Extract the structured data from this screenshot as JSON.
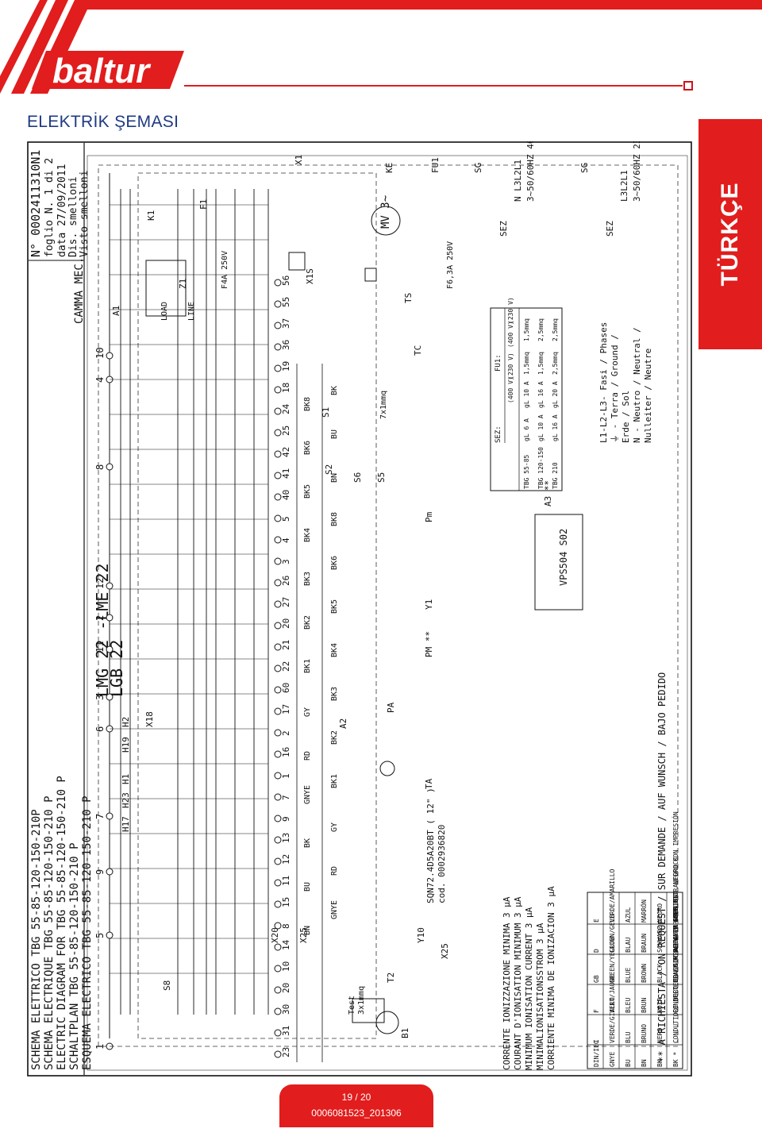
{
  "header": {
    "logo_text": "baltur",
    "title": "ELEKTRİK ŞEMASI",
    "side_tab": "TÜRKÇE",
    "brand_red": "#e11d1d",
    "title_blue": "#1e3a82"
  },
  "title_block": {
    "lines": [
      "SCHEMA ELETTRICO TBG 55-85-120-150-210P",
      "SCHEMA ELECTRIQUE TBG 55-85-120-150-210 P",
      "ELECTRIC DIAGRAM FOR TBG 55-85-120-150-210 P",
      "SCHALTPLAN TBG 55-85-120-150-210 P",
      "ESQUEMA ELECTRICO TBG 55-85-120-150-210 P"
    ],
    "model": "LMG 22 -LME 22",
    "model2": "LGB 22",
    "doc_no": "N° 0002411310N1",
    "sheet": "foglio N. 1 di 2",
    "date": "data 27/09/2011",
    "drawn": "Dis. smelloni",
    "checked": "Visto smelloni",
    "dept": "CAMMA MEC."
  },
  "top_terminals": [
    "1",
    "5",
    "9",
    "7",
    "6",
    "3",
    "11",
    "2",
    "12",
    "8",
    "4",
    "10"
  ],
  "components": {
    "s8": "S8",
    "b1": "B1",
    "t2": "T2",
    "y10": "Y10",
    "x25": "X25",
    "x20": "X20",
    "h17": "H17",
    "h23": "H23",
    "h1": "H1",
    "h19": "H19",
    "h2": "H2",
    "x18": "X18",
    "sqn": "SQN72.4D5A20BT ( 12\" )",
    "sqn_cod": "cod. 0002936820",
    "ta": "TA",
    "pa": "PA",
    "pm1": "PM **",
    "y1": "Y1",
    "pm": "Pm",
    "a3": "A3 **",
    "vps": "VPS504 S02",
    "s2": "S2",
    "s6": "S6",
    "s5": "S5",
    "s1": "S1",
    "ts": "TS",
    "tc": "TC",
    "z1": "Z1",
    "f4a": "F4A 250V",
    "f63": "F6,3A 250V",
    "k1": "K1",
    "f1": "F1",
    "mv": "MV 3~",
    "ke": "KE",
    "fu1": "FU1",
    "sg": "SG",
    "sez": "SEZ",
    "a1": "A1",
    "a2": "A2",
    "x1": "X1",
    "x1s": "X1S",
    "cable": "7x1mmq",
    "test": "Test",
    "cable2": "3x1mmq",
    "load": "LOAD",
    "line": "LINE"
  },
  "supply": {
    "upper": "N L3L2L1",
    "upper_v": "3~50/60HZ 400V",
    "lower": "L3L2L1",
    "lower_v": "3~50/60HZ 230V"
  },
  "ionisation": [
    "CORRENTE IONIZZAZIONE MINIMA 3 µA",
    "COURANT D'IONISATION MINIMUM 3 µA",
    "MINIMUM IONISATION CURRENT 3 µA",
    "MINIMALIONISATIONSSTROM 3 µA",
    "CORRIENTE MINIMA DE IONIZACION 3 µA"
  ],
  "color_table": {
    "header": [
      "DIN/IEC",
      "I",
      "F",
      "GB",
      "D",
      "E"
    ],
    "rows": [
      [
        "GNYE",
        "VERDE/GIALLO",
        "VERT/JAUNE",
        "GREEN/YELLOW",
        "GRUEN/GELB",
        "VERDE/AMARILLO"
      ],
      [
        "BU",
        "BLU",
        "BLEU",
        "BLUE",
        "BLAU",
        "AZUL"
      ],
      [
        "BN",
        "BRUNO",
        "BRUN",
        "BROWN",
        "BRAUN",
        "MARRÓN"
      ],
      [
        "BK",
        "NERO",
        "NOIR",
        "BLACK",
        "SCHWARZ",
        "NEGRO"
      ],
      [
        "BK *",
        "CONDUTTORE NERO CON SOVRASTAMPA",
        "CONDUCTEUR NOIR AVEC IMPRESSION",
        "BLACK WIRE WITH IMPRINT",
        "SCHWARZ ADER MIT AUFDRUCK",
        "CONDUCTOR NEGRO CON IMPRESIÓN"
      ]
    ]
  },
  "sez_table": {
    "headers": [
      "FU1:",
      "SEZ:"
    ],
    "sub": [
      "(400 V)",
      "(230 V)",
      "(400 V)",
      "(230 V)"
    ],
    "rows": [
      [
        "TBG 55-85",
        "gL 6 A",
        "gL 10 A",
        "1,5mmq",
        "1,5mmq"
      ],
      [
        "TBG 120-150",
        "gL 10 A",
        "gL 16 A",
        "1,5mmq",
        "2,5mmq"
      ],
      [
        "TBG 210",
        "gL 16 A",
        "gL 20 A",
        "2,5mmq",
        "2,5mmq"
      ]
    ]
  },
  "legend": [
    "L1-L2-L3- Fasi / Phases",
    "⏚ - Terra / Ground /",
    "Erde / Sol",
    "N - Neutro / Neutral /",
    "Nulleiter / Neutre"
  ],
  "note": "** A RICHIESTA / ON REQUEST / SUR DEMANDE / AUF WUNSCH / BAJO PEDIDO",
  "wire_labels": [
    "BN",
    "BU",
    "BK",
    "GNYE",
    "RD",
    "GY",
    "BK1",
    "BK2",
    "BK3",
    "BK4",
    "BK5",
    "BK6",
    "BK8"
  ],
  "footer": {
    "page": "19 / 20",
    "code": "0006081523_201306"
  }
}
